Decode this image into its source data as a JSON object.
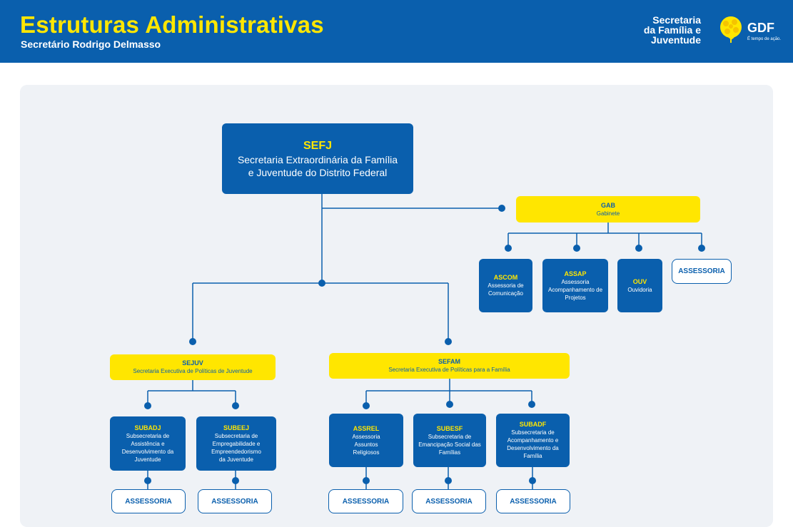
{
  "header": {
    "title": "Estruturas Administrativas",
    "subtitle": "Secretário Rodrigo Delmasso",
    "brand_lines": [
      "Secretaria",
      "da Família e",
      "Juventude"
    ],
    "gdf": "GDF",
    "gdf_tagline": "É tempo de ação."
  },
  "colors": {
    "blue": "#0a5fad",
    "yellow": "#ffe600",
    "panel": "#eff2f6"
  },
  "org": {
    "root": {
      "code": "SEFJ",
      "line1": "Secretaria Extraordinária da Família",
      "line2": "e Juventude do Distrito Federal"
    },
    "gab": {
      "code": "GAB",
      "name": "Gabinete"
    },
    "ascom": {
      "code": "ASCOM",
      "name": "Assessoria de Comunicação"
    },
    "assap": {
      "code": "ASSAP",
      "name": "Assessoria Acompanhamento de Projetos"
    },
    "ouv": {
      "code": "OUV",
      "name": "Ouvidoria"
    },
    "gab_assessoria": "ASSESSORIA",
    "sejuv": {
      "code": "SEJUV",
      "name": "Secretaria Executiva de Políticas de Juventude"
    },
    "sefam": {
      "code": "SEFAM",
      "name": "Secretaria Executiva de Políticas para a Família"
    },
    "subadj": {
      "code": "SUBADJ",
      "name": "Subsecretaria de Assistência e Desenvolvimento da Juventude"
    },
    "subeej": {
      "code": "SUBEEJ",
      "name": "Subsecretaria de Empregabilidade e Empreendedorismo da Juventude"
    },
    "assrel": {
      "code": "ASSREL",
      "name": "Assessoria Assuntos Religiosos"
    },
    "subesf": {
      "code": "SUBESF",
      "name": "Subsecretaria de Emancipação Social das Famílias"
    },
    "subadf": {
      "code": "SUBADF",
      "name": "Subsecretaria de Acompanhamento e Desenvolvimento da Família"
    },
    "assessoria_label": "ASSESSORIA"
  }
}
